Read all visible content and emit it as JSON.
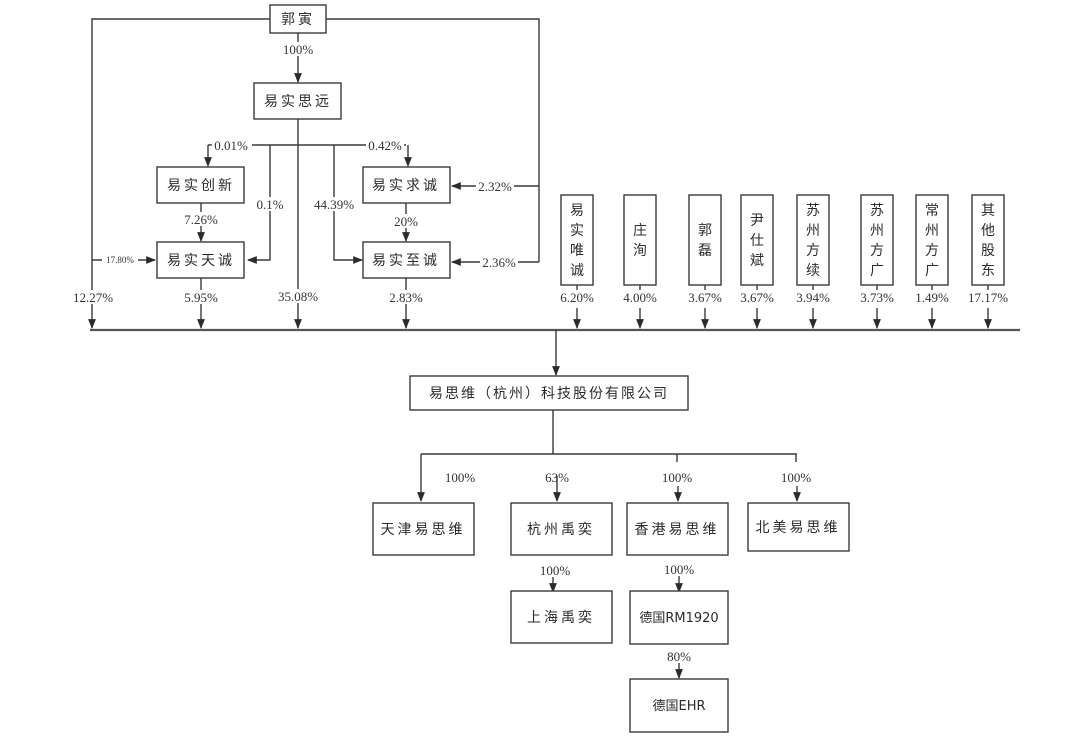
{
  "title": "易思维（杭州）科技股份有限公司 股权结构图",
  "nodes": {
    "guo_yin": "郭寅",
    "yi_shi_si_yuan": "易实思远",
    "yi_shi_chuang_xin": "易实创新",
    "yi_shi_qiu_cheng": "易实求诚",
    "yi_shi_tian_cheng": "易实天诚",
    "yi_shi_zhi_cheng": "易实至诚",
    "company": "易思维（杭州）科技股份有限公司",
    "tianjin": "天津易思维",
    "hangzhou_yuyi": "杭州禹奕",
    "hongkong": "香港易思维",
    "north_america": "北美易思维",
    "shanghai_yuyi": "上海禹奕",
    "germany_rm1920": "德国RM1920",
    "germany_ehr": "德国EHR"
  },
  "vertical_shareholders": [
    {
      "chars": [
        "易",
        "实",
        "唯",
        "诚"
      ],
      "pct": "6.20%"
    },
    {
      "chars": [
        "庄",
        "洵"
      ],
      "pct": "4.00%"
    },
    {
      "chars": [
        "郭",
        "磊"
      ],
      "pct": "3.67%"
    },
    {
      "chars": [
        "尹",
        "仕",
        "斌"
      ],
      "pct": "3.67%"
    },
    {
      "chars": [
        "苏",
        "州",
        "方",
        "续"
      ],
      "pct": "3.94%"
    },
    {
      "chars": [
        "苏",
        "州",
        "方",
        "广"
      ],
      "pct": "3.73%"
    },
    {
      "chars": [
        "常",
        "州",
        "方",
        "广"
      ],
      "pct": "1.49%"
    },
    {
      "chars": [
        "其",
        "他",
        "股",
        "东"
      ],
      "pct": "17.17%"
    }
  ],
  "edges": {
    "guo_to_siyuan": "100%",
    "siyuan_to_chuangxin": "0.01%",
    "siyuan_to_qiucheng": "0.42%",
    "siyuan_to_tiancheng": "0.1%",
    "siyuan_to_zhicheng": "44.39%",
    "chuangxin_to_tiancheng": "7.26%",
    "qiucheng_to_zhicheng": "20%",
    "guo_to_tiancheng": "17.80%",
    "guo_to_qiucheng": "2.32%",
    "guo_to_zhicheng": "2.36%",
    "guo_to_company": "12.27%",
    "tiancheng_to_company": "5.95%",
    "siyuan_to_company": "35.08%",
    "zhicheng_to_company": "2.83%",
    "company_to_tianjin": "100%",
    "company_to_hangzhou": "63%",
    "company_to_hongkong": "100%",
    "company_to_northamerica": "100%",
    "hangzhou_to_shanghai": "100%",
    "hongkong_to_rm1920": "100%",
    "rm1920_to_ehr": "80%"
  }
}
